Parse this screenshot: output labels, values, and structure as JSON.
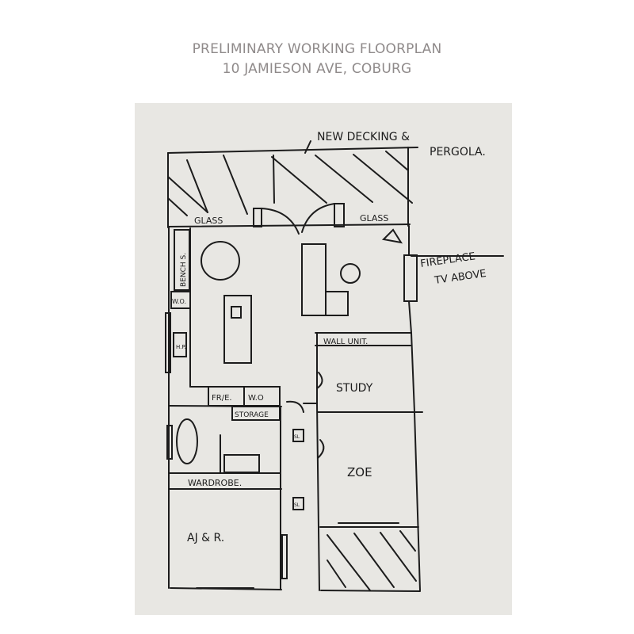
{
  "header": {
    "title": "PRELIMINARY WORKING FLOORPLAN",
    "address": "10 JAMIESON AVE, COBURG"
  },
  "plan_labels": {
    "decking_line1": "NEW DECKING &",
    "decking_line2": "PERGOLA.",
    "glass_left": "GLASS",
    "glass_right": "GLASS",
    "fireplace": "FIREPLACE",
    "tv_above": "TV ABOVE",
    "bench": "BENCH S.",
    "wo_kitchen": "W.O.",
    "hp": "H.P.",
    "wall_unit": "WALL UNIT.",
    "study": "STUDY",
    "frie": "FR/E.",
    "wo_hall": "W.O",
    "storage": "STORAGE",
    "skylight_1": "SL",
    "skylight_2": "SL",
    "wardrobe": "WARDROBE.",
    "zoe": "ZOE",
    "ajr": "AJ & R."
  },
  "colors": {
    "paper": "#e8e7e3",
    "ink": "#1c1c1c",
    "title": "#8f8a8a"
  }
}
